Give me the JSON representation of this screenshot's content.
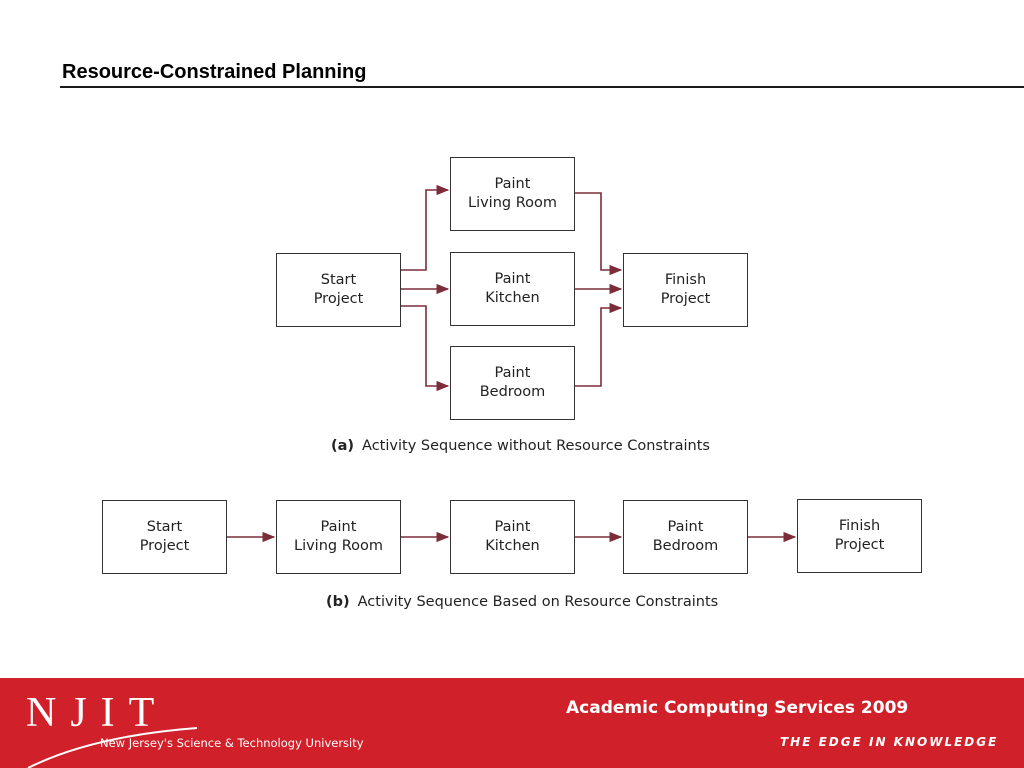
{
  "slide": {
    "title": "Resource-Constrained Planning"
  },
  "diagram_a": {
    "caption_tag": "(a)",
    "caption_text": "Activity Sequence without Resource Constraints",
    "boxes": {
      "start": [
        "Start",
        "Project"
      ],
      "living": [
        "Paint",
        "Living Room"
      ],
      "kitchen": [
        "Paint",
        "Kitchen"
      ],
      "bedroom": [
        "Paint",
        "Bedroom"
      ],
      "finish": [
        "Finish",
        "Project"
      ]
    }
  },
  "diagram_b": {
    "caption_tag": "(b)",
    "caption_text": "Activity Sequence Based on Resource Constraints",
    "boxes": {
      "start": [
        "Start",
        "Project"
      ],
      "living": [
        "Paint",
        "Living Room"
      ],
      "kitchen": [
        "Paint",
        "Kitchen"
      ],
      "bedroom": [
        "Paint",
        "Bedroom"
      ],
      "finish": [
        "Finish",
        "Project"
      ]
    }
  },
  "footer": {
    "logo_text": "NJIT",
    "university": "New Jersey's Science & Technology University",
    "department": "Academic Computing Services 2009",
    "tagline": "THE EDGE IN KNOWLEDGE"
  },
  "colors": {
    "arrow": "#7b2d3a",
    "footer_bg": "#d0202a",
    "box_border": "#333333"
  }
}
